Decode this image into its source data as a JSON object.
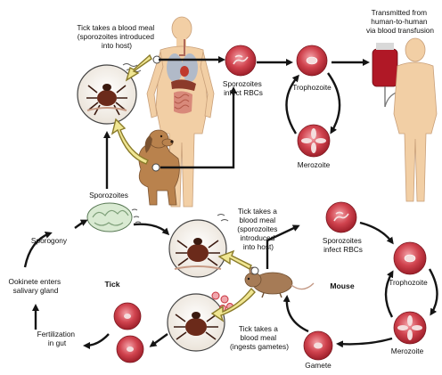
{
  "labels": {
    "tick_meal_top": [
      "Tick takes a blood meal",
      "(sporozoites introduced",
      "into host)"
    ],
    "sporozoites_infect_top": [
      "Sporozoites",
      "infect RBCs"
    ],
    "trophozoite_top": "Trophozoite",
    "merozoite_top": "Merozoite",
    "transfusion": [
      "Transmitted from",
      "human-to-human",
      "via blood transfusion"
    ],
    "sporozoites": "Sporozoites",
    "sporogony": "Sporogony",
    "ookinete": [
      "Ookinete enters",
      "salivary gland"
    ],
    "tick_section": "Tick",
    "fertilization": [
      "Fertilization",
      "in gut"
    ],
    "tick_meal_mid": [
      "Tick takes a",
      "blood meal",
      "(sporozoites",
      "introduced",
      "into host)"
    ],
    "sporozoites_infect_mouse": [
      "Sporozoites",
      "infect RBCs"
    ],
    "trophozoite_mouse": "Trophozoite",
    "mouse_section": "Mouse",
    "merozoite_mouse": "Merozoite",
    "tick_meal_low": [
      "Tick takes a",
      "blood meal",
      "(ingests gametes)"
    ],
    "gamete": "Gamete"
  },
  "colors": {
    "rbc": "#c8343f",
    "rbc_light": "#e07a82",
    "skin": "#f2cfa5",
    "dog": "#b9824d",
    "mouse": "#a67b56",
    "tick": "#6b2a1a",
    "blood_bag": "#b01826",
    "arrow": "#141414",
    "yellow_arrow": "#f0e692"
  }
}
